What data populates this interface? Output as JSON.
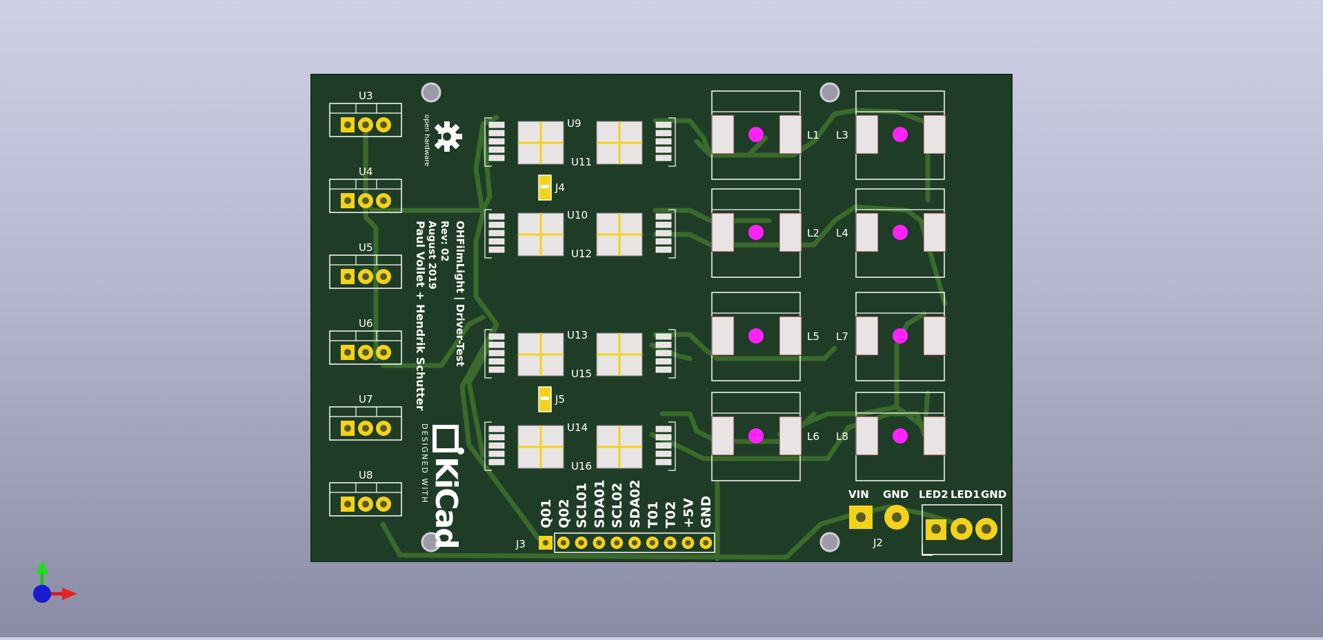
{
  "viewer": {
    "board_color": "#1f3d26",
    "trace_color": "#3a6a2c",
    "silk_color": "#ffffff",
    "pad_color": "#f2d21b",
    "via_color": "#ff22ff",
    "smd_pad_color": "#e8e4e4"
  },
  "board": {
    "logo_text": "open hardware",
    "kicad_designed": "DESIGNED WITH",
    "kicad_brand": "KiCad",
    "title_lines": [
      "OHFilmLight | Driver-Test",
      "Rev: 02",
      "August 2019",
      "Paul Vollet + Hendrik Schutter"
    ]
  },
  "connectors": {
    "left_headers": [
      "U3",
      "U4",
      "U5",
      "U6",
      "U7",
      "U8"
    ],
    "j2": {
      "ref": "J2",
      "pins": [
        "VIN",
        "GND"
      ]
    },
    "j1": {
      "pins": [
        "LED2",
        "LED1",
        "GND"
      ]
    },
    "j3": {
      "ref": "J3",
      "pins": [
        "Q01",
        "Q02",
        "SCL01",
        "SDA01",
        "SCL02",
        "SDA02",
        "T01",
        "T02",
        "+5V",
        "GND"
      ]
    },
    "jumpers": [
      "J4",
      "J5"
    ]
  },
  "drivers": [
    {
      "left": "U9",
      "right": "U11"
    },
    {
      "left": "U10",
      "right": "U12"
    },
    {
      "left": "U13",
      "right": "U15"
    },
    {
      "left": "U14",
      "right": "U16"
    }
  ],
  "leds": [
    {
      "a": "L1",
      "b": "L3"
    },
    {
      "a": "L2",
      "b": "L4"
    },
    {
      "a": "L5",
      "b": "L7"
    },
    {
      "a": "L6",
      "b": "L8"
    }
  ],
  "axes": {
    "x": "x-axis",
    "y": "y-axis",
    "z": "z-axis"
  }
}
